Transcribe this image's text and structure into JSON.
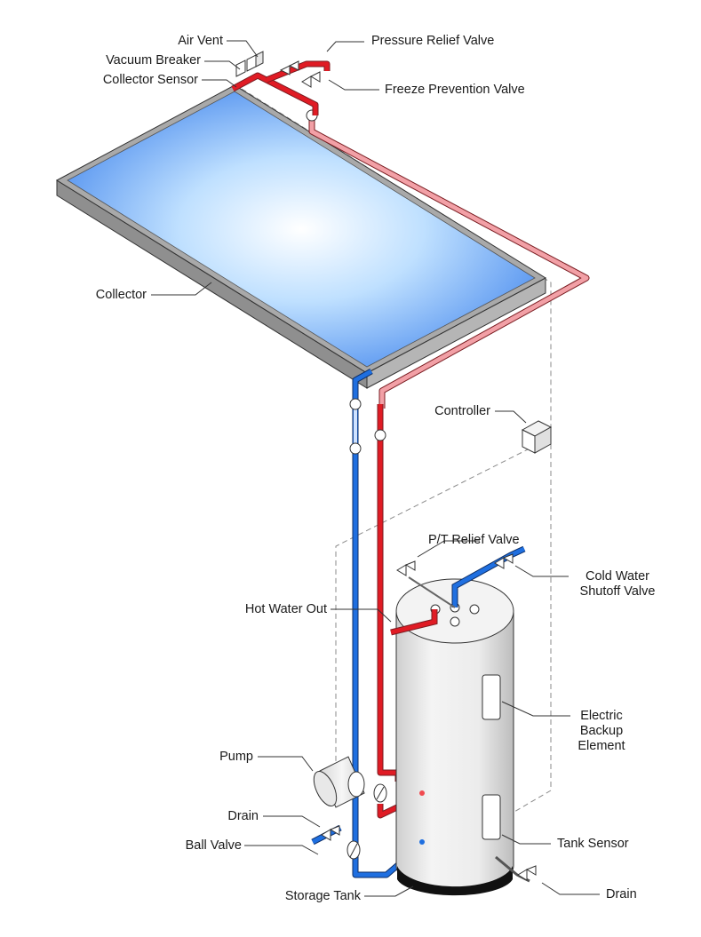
{
  "labels": {
    "air_vent": "Air Vent",
    "vacuum_breaker": "Vacuum Breaker",
    "collector_sensor": "Collector Sensor",
    "pressure_relief_valve": "Pressure Relief Valve",
    "freeze_prevention_valve": "Freeze Prevention Valve",
    "collector": "Collector",
    "controller": "Controller",
    "pt_relief_valve": "P/T Relief Valve",
    "cold_water_shutoff_valve": [
      "Cold Water",
      "Shutoff Valve"
    ],
    "hot_water_out": "Hot Water Out",
    "electric_backup_element": [
      "Electric",
      "Backup",
      "Element"
    ],
    "pump": "Pump",
    "drain_left": "Drain",
    "ball_valve": "Ball Valve",
    "tank_sensor": "Tank Sensor",
    "storage_tank": "Storage Tank",
    "drain_right": "Drain"
  },
  "colors": {
    "hot_pipe": "#e01b24",
    "hot_pipe_light": "#f2a0a6",
    "cold_pipe": "#1f6fe0",
    "collector_panel_edge": "#1565e6",
    "collector_panel_center": "#ffffff",
    "frame": "#9a9a9a",
    "tank": "#e9e9e9",
    "leader": "#333333",
    "wire_dash": "#8a8a8a"
  }
}
